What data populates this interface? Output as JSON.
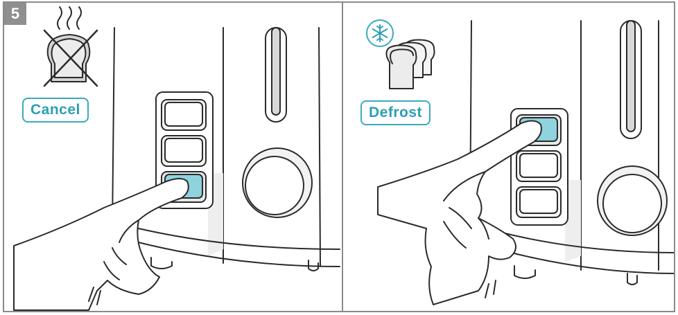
{
  "step_number": "5",
  "panels": [
    {
      "label": "Cancel",
      "pressed_button": 3
    },
    {
      "label": "Defrost",
      "pressed_button": 1
    }
  ],
  "colors": {
    "accent": "#3aa9be",
    "button_active": "#8fd3df",
    "frame": "#8a8a8a",
    "line": "#2a2a2a"
  },
  "icons": {
    "panel1": "cancel-toast-icon",
    "panel2": "defrost-snowflake-icon"
  }
}
